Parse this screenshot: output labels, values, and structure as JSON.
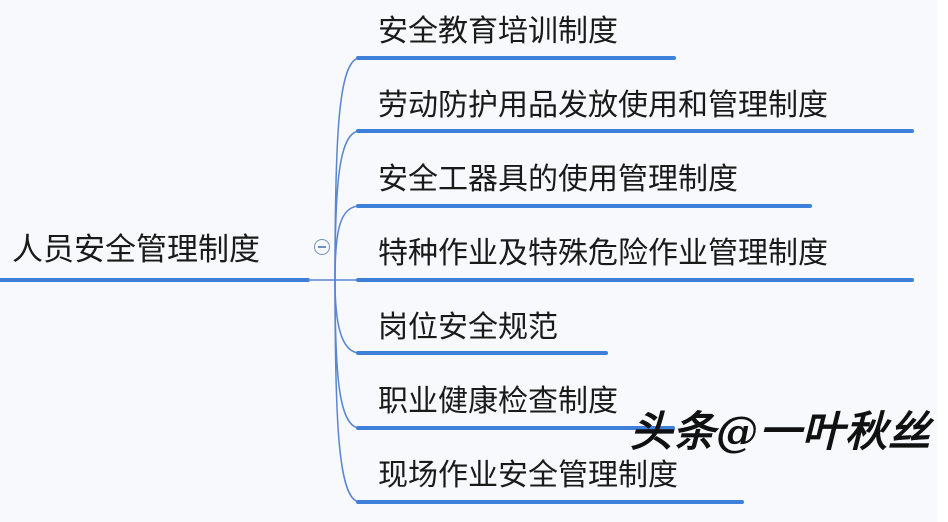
{
  "mindmap": {
    "root": {
      "label": "人员安全管理制度"
    },
    "branches": [
      {
        "label": "安全教育培训制度"
      },
      {
        "label": "劳动防护用品发放使用和管理制度"
      },
      {
        "label": "安全工器具的使用管理制度"
      },
      {
        "label": "特种作业及特殊危险作业管理制度"
      },
      {
        "label": "岗位安全规范"
      },
      {
        "label": "职业健康检查制度"
      },
      {
        "label": "现场作业安全管理制度"
      }
    ],
    "collapse_icon": "minus-circle-icon"
  },
  "colors": {
    "line": "#3d7fd9",
    "connector": "#5b86cf",
    "text": "#1a1a1a",
    "background": "#f7f9fc"
  },
  "watermark": {
    "text": "头条@一叶秋丝"
  }
}
